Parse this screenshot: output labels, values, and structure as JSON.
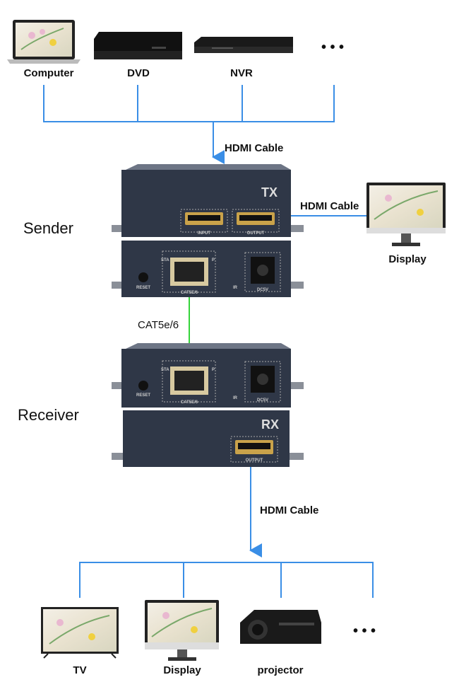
{
  "sources": [
    {
      "label": "Computer"
    },
    {
      "label": "DVD"
    },
    {
      "label": "NVR"
    },
    {
      "label": "• • •"
    }
  ],
  "cables": {
    "input": "HDMI Cable",
    "loop_out": "HDMI Cable",
    "link": "CAT5e/6",
    "output": "HDMI Cable"
  },
  "sender": {
    "label": "Sender",
    "badge": "TX",
    "ports": [
      "INPUT",
      "OUTPUT"
    ],
    "rear": {
      "reset": "RESET",
      "lan": "CAT5E/6",
      "sta": "STA",
      "p": "P",
      "ir": "IR",
      "power": "DC5V"
    }
  },
  "receiver": {
    "label": "Receiver",
    "badge": "RX",
    "ports": [
      "OUTPUT"
    ],
    "rear": {
      "reset": "RESET",
      "lan": "CAT5E/6",
      "sta": "STA",
      "p": "P",
      "ir": "IR",
      "power": "DC5V"
    }
  },
  "local_display": {
    "label": "Display"
  },
  "sinks": [
    {
      "label": "TV"
    },
    {
      "label": "Display"
    },
    {
      "label": "projector"
    },
    {
      "label": "• • •"
    }
  ],
  "colors": {
    "hdmi_line": "#3a8ee6",
    "cat_line": "#35d43a",
    "device": "#2f3747"
  }
}
